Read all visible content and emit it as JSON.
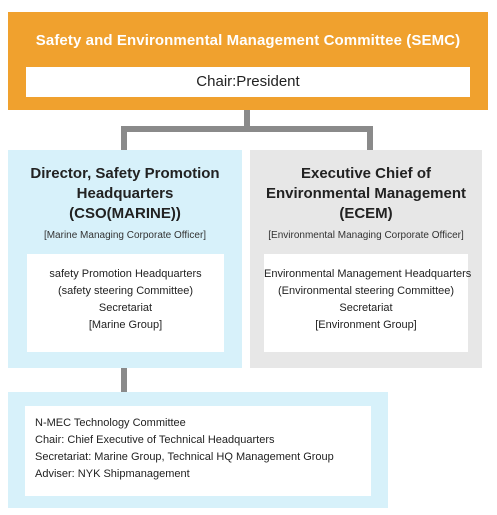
{
  "semc": {
    "title": "Safety and Environmental Management Committee (SEMC)",
    "chair": "Chair:President"
  },
  "cso": {
    "title_lines": [
      "Director, Safety Promotion",
      "Headquarters",
      "(CSO(MARINE))"
    ],
    "subtitle": "[Marine Managing Corporate Officer]",
    "body_lines": [
      "safety Promotion Headquarters",
      "(safety steering  Committee)",
      "Secretariat",
      "[Marine Group]"
    ]
  },
  "ecem": {
    "title_lines": [
      "Executive Chief of",
      "Environmental Management",
      "(ECEM)"
    ],
    "subtitle": "[Environmental Managing Corporate Officer]",
    "body_lines": [
      "Environmental Management Headquarters",
      "(Environmental steering  Committee)",
      "Secretariat",
      "[Environment Group]"
    ]
  },
  "nmec": {
    "lines": [
      "N-MEC Technology Committee",
      "Chair: Chief Executive of Technical Headquarters",
      "Secretariat: Marine Group, Technical HQ Management Group",
      "Adviser: NYK Shipmanagement"
    ]
  },
  "colors": {
    "semc_box": "#f0a12e",
    "cso_box": "#d7f1fa",
    "ecem_box": "#e7e7e7",
    "nmec_box": "#d7f1fa",
    "connector": "#8a8a8a"
  }
}
